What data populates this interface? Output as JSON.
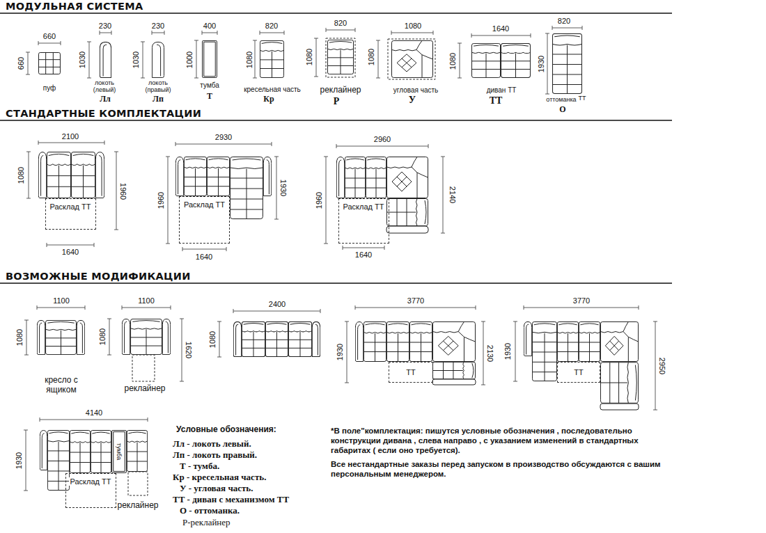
{
  "diagram": {
    "nodes": [
      {
        "text": [
          "Расклад ТТ"
        ]
      },
      {
        "text": [
          "Расклад ТТ"
        ]
      },
      {
        "text": [
          "Расклад ТТ"
        ]
      },
      {
        "text": [
          "ТТ"
        ]
      },
      {
        "text": [
          "ТТ"
        ]
      },
      {
        "text": [
          "Расклад ТТ"
        ]
      }
    ],
    "labels": [
      "МОДУЛЬНАЯ СИСТЕМА",
      "660",
      "660",
      "пуф",
      "230",
      "1030",
      "локоть (левый)",
      "Лл",
      "230",
      "1030",
      "локоть (правый)",
      "Лп",
      "400",
      "1000",
      "тумба",
      "Т",
      "820",
      "1080",
      "кресельная часть",
      "Кр",
      "820",
      "1080",
      "реклайнер",
      "Р",
      "1080",
      "1080",
      "угловая часть",
      "У",
      "1640",
      "1080",
      "диван ТТ",
      "ТТ",
      "820",
      "1930",
      "оттоманка",
      "ТТ",
      "О",
      "СТАНДАРТНЫЕ КОМПЛЕКТАЦИИ",
      "2100",
      "1080",
      "1960",
      "1640",
      "2930",
      "1960",
      "1930",
      "1640",
      "2960",
      "1960",
      "2140",
      "1640",
      "ВОЗМОЖНЫЕ МОДИФИКАЦИИ",
      "1100",
      "1080",
      "кресло с ящиком",
      "1100",
      "1080",
      "1620",
      "реклайнер",
      "2400",
      "1080",
      "3770",
      "1930",
      "2130",
      "3770",
      "1930",
      "2950",
      "4140",
      "1930",
      "тумба",
      "реклайнер",
      "Условные обозначения:",
      "Лл - локоть левый.",
      "Лп - локоть правый.",
      "Т - тумба.",
      "Кр - кресельная часть.",
      "У - угловая часть.",
      "ТТ - диван с механизмом ТТ",
      "О - оттоманка.",
      "Р-реклайнер",
      "*В поле\"комплектация: пишутся условные обозначения , последовательно конструкции дивана , слева направо , с указанием изменений в стандартных габаритах ( если оно требуется).",
      "Все нестандартные заказы перед запуском в производство обсуждаются с вашим персональным менеджером."
    ]
  }
}
